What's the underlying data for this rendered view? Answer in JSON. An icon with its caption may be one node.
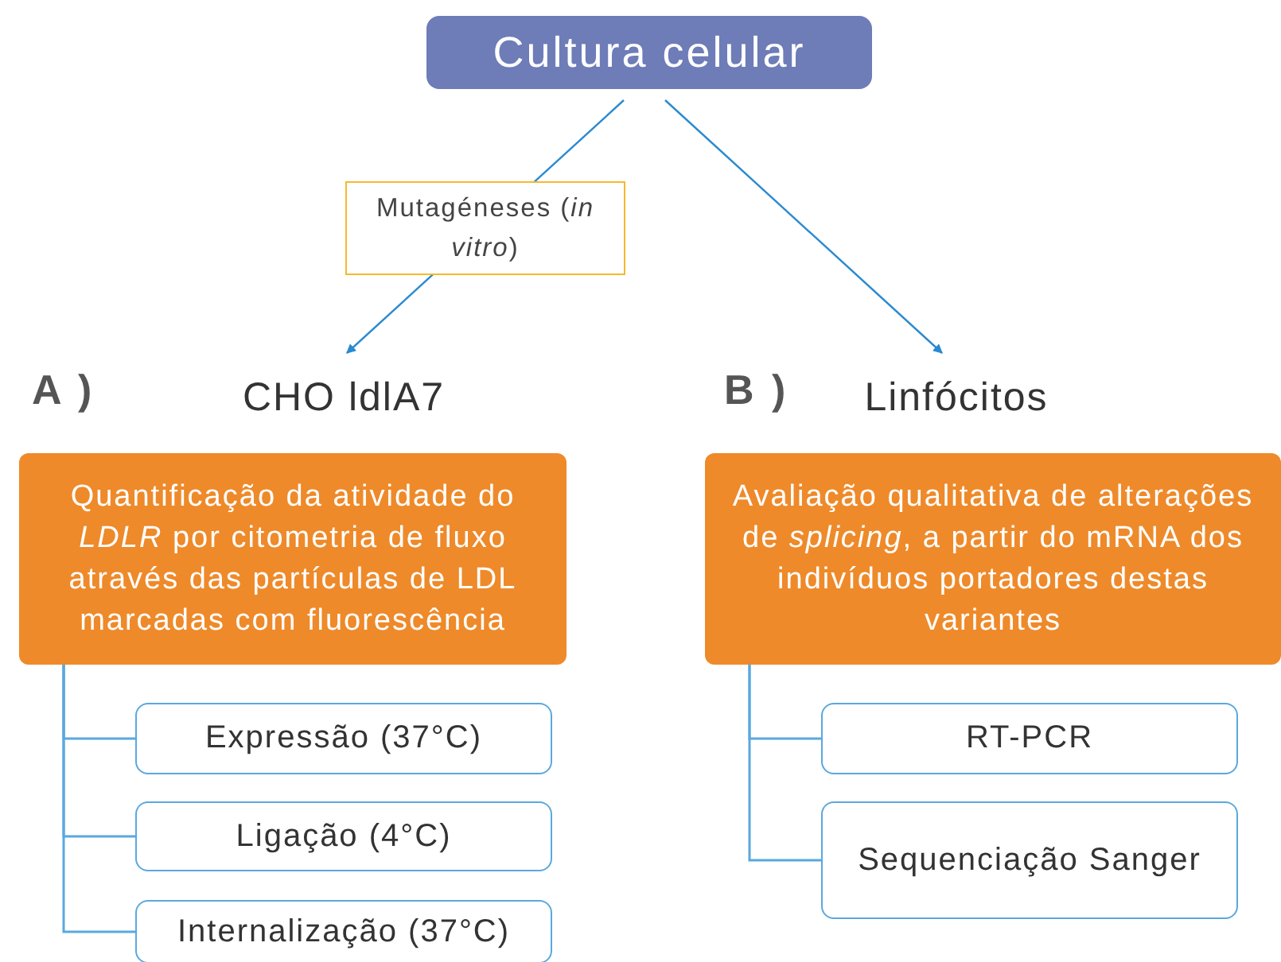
{
  "diagram": {
    "nodes": [
      {
        "text": [
          "Cultura celular"
        ]
      },
      {
        "text": [
          "CHO ldlA7"
        ]
      },
      {
        "text": [
          "Linfócitos"
        ]
      },
      {
        "text": [
          "Quantificação da atividade do *LDLR* por citometria de fluxo através das partículas de LDL marcadas com fluorescência"
        ]
      },
      {
        "text": [
          "Expressão (37°C)"
        ]
      },
      {
        "text": [
          "Ligação (4°C)"
        ]
      },
      {
        "text": [
          "Internalização (37°C)"
        ]
      },
      {
        "text": [
          "Avaliação qualitativa de alterações de *splicing*, a partir do mRNA dos indivíduos portadores destas variantes"
        ]
      },
      {
        "text": [
          "RT-PCR"
        ]
      },
      {
        "text": [
          "Sequenciação Sanger"
        ]
      }
    ],
    "edges": [
      {
        "from": 0,
        "to": 1,
        "arrow": "to",
        "label": "Mutagéneses (*in vitro*)"
      },
      {
        "from": 0,
        "to": 2,
        "arrow": "to"
      },
      {
        "from": 3,
        "to": 4,
        "arrow": "none"
      },
      {
        "from": 3,
        "to": 5,
        "arrow": "none"
      },
      {
        "from": 3,
        "to": 6,
        "arrow": "none"
      },
      {
        "from": 7,
        "to": 8,
        "arrow": "none"
      },
      {
        "from": 7,
        "to": 9,
        "arrow": "none"
      }
    ],
    "labels": [
      "A )",
      "B )"
    ]
  }
}
